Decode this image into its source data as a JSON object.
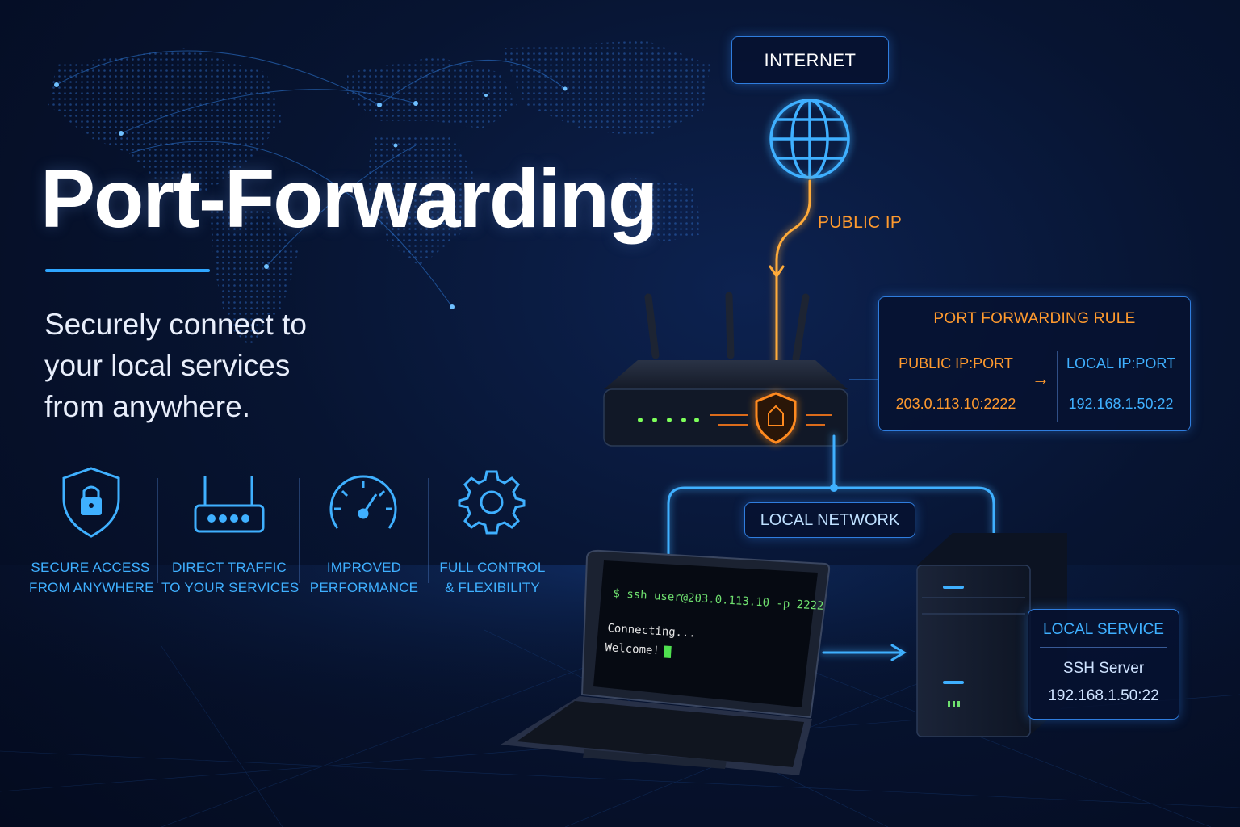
{
  "header": {
    "title": "Port-Forwarding",
    "subtitle_lines": [
      "Securely connect to",
      "your local services",
      "from anywhere."
    ]
  },
  "features": [
    {
      "icon": "shield-lock-icon",
      "lines": [
        "SECURE ACCESS",
        "FROM ANYWHERE"
      ]
    },
    {
      "icon": "router-icon",
      "lines": [
        "DIRECT TRAFFIC",
        "TO YOUR SERVICES"
      ]
    },
    {
      "icon": "speedometer-icon",
      "lines": [
        "IMPROVED",
        "PERFORMANCE"
      ]
    },
    {
      "icon": "gear-icon",
      "lines": [
        "FULL CONTROL",
        "& FLEXIBILITY"
      ]
    }
  ],
  "diagram": {
    "internet_label": "INTERNET",
    "public_ip_label": "PUBLIC IP",
    "rule": {
      "title": "PORT FORWARDING RULE",
      "public_header": "PUBLIC IP:PORT",
      "public_value": "203.0.113.10:2222",
      "local_header": "LOCAL IP:PORT",
      "local_value": "192.168.1.50:22",
      "arrow": "→"
    },
    "local_network_label": "LOCAL NETWORK",
    "service": {
      "title": "LOCAL SERVICE",
      "name": "SSH Server",
      "address": "192.168.1.50:22"
    },
    "terminal": {
      "command": "$ ssh user@203.0.113.10 -p 2222",
      "line1": "Connecting...",
      "line2": "Welcome!"
    }
  },
  "colors": {
    "accent_blue": "#2fa6ff",
    "accent_orange": "#ff9a2e",
    "terminal_green": "#6fe06f",
    "background": "#071431"
  }
}
